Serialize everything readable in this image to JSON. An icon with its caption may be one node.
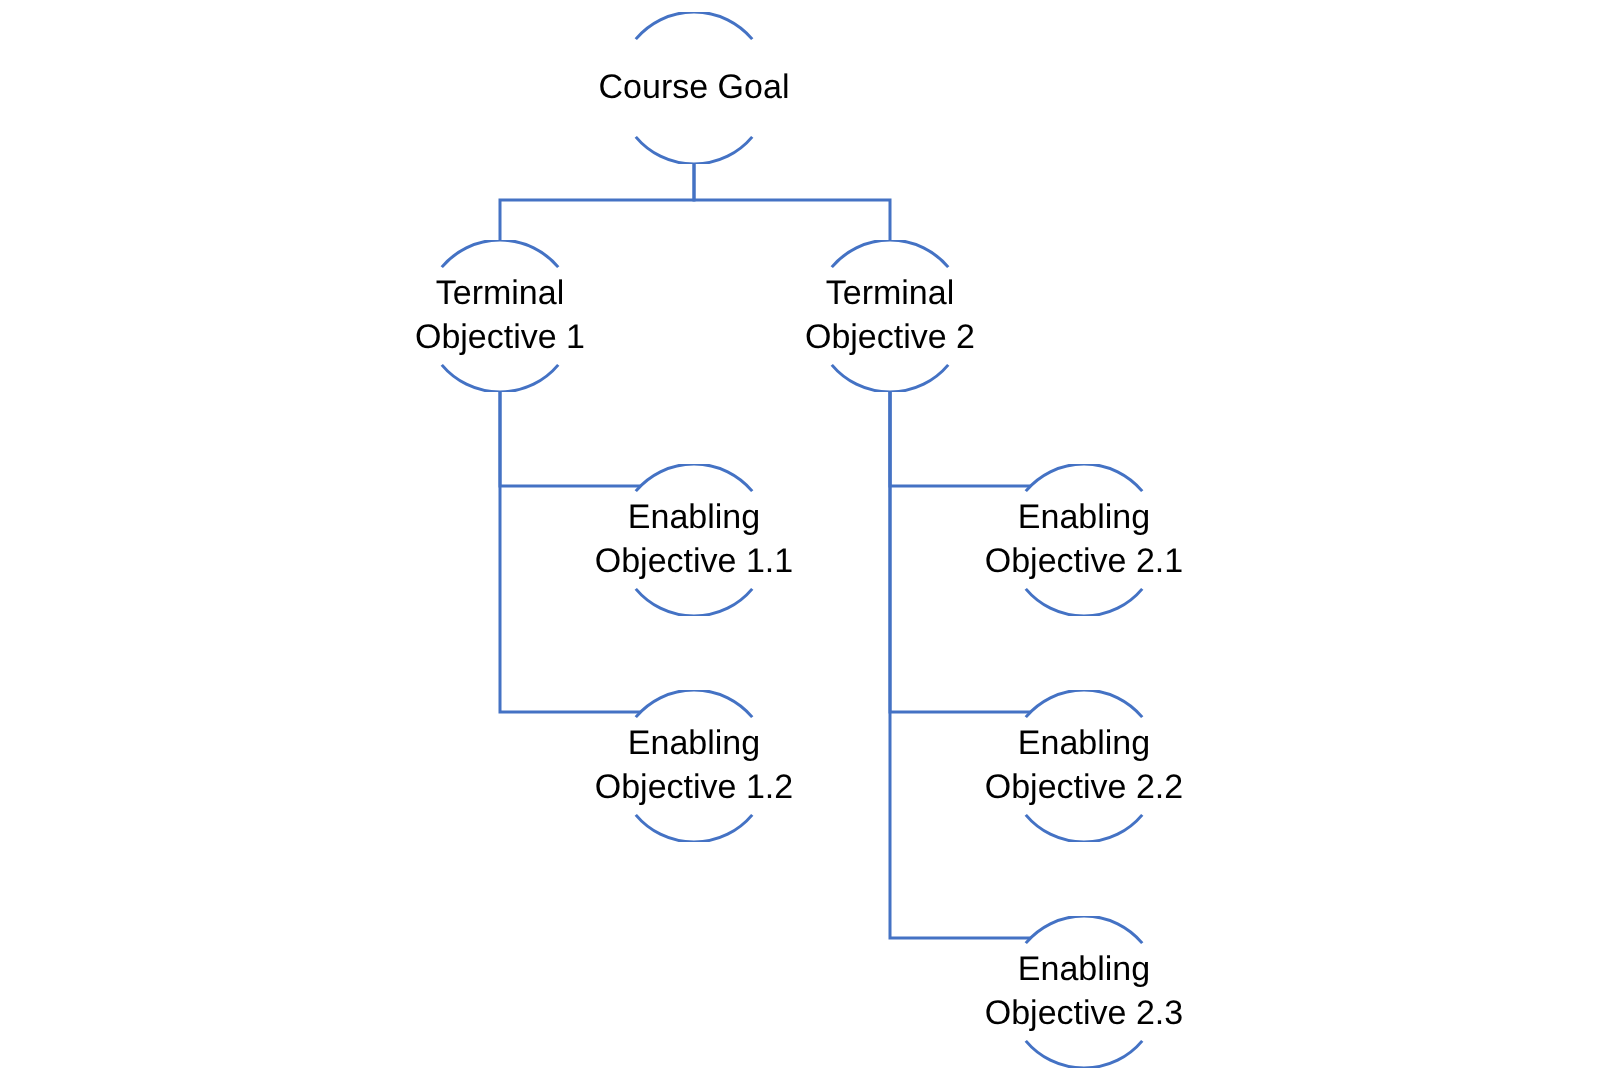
{
  "diagram": {
    "nodes": [
      {
        "text": [
          "Course Goal"
        ]
      },
      {
        "text": [
          "Terminal Objective 1"
        ]
      },
      {
        "text": [
          "Terminal Objective 2"
        ]
      },
      {
        "text": [
          "Enabling Objective 1.1"
        ]
      },
      {
        "text": [
          "Enabling Objective 1.2"
        ]
      },
      {
        "text": [
          "Enabling Objective 2.1"
        ]
      },
      {
        "text": [
          "Enabling Objective 2.2"
        ]
      },
      {
        "text": [
          "Enabling Objective 2.3"
        ]
      }
    ],
    "edges": [
      {
        "from": 0,
        "to": 1,
        "arrow": "none"
      },
      {
        "from": 0,
        "to": 2,
        "arrow": "none"
      },
      {
        "from": 1,
        "to": 3,
        "arrow": "none"
      },
      {
        "from": 1,
        "to": 4,
        "arrow": "none"
      },
      {
        "from": 2,
        "to": 5,
        "arrow": "none"
      },
      {
        "from": 2,
        "to": 6,
        "arrow": "none"
      },
      {
        "from": 2,
        "to": 7,
        "arrow": "none"
      }
    ]
  }
}
